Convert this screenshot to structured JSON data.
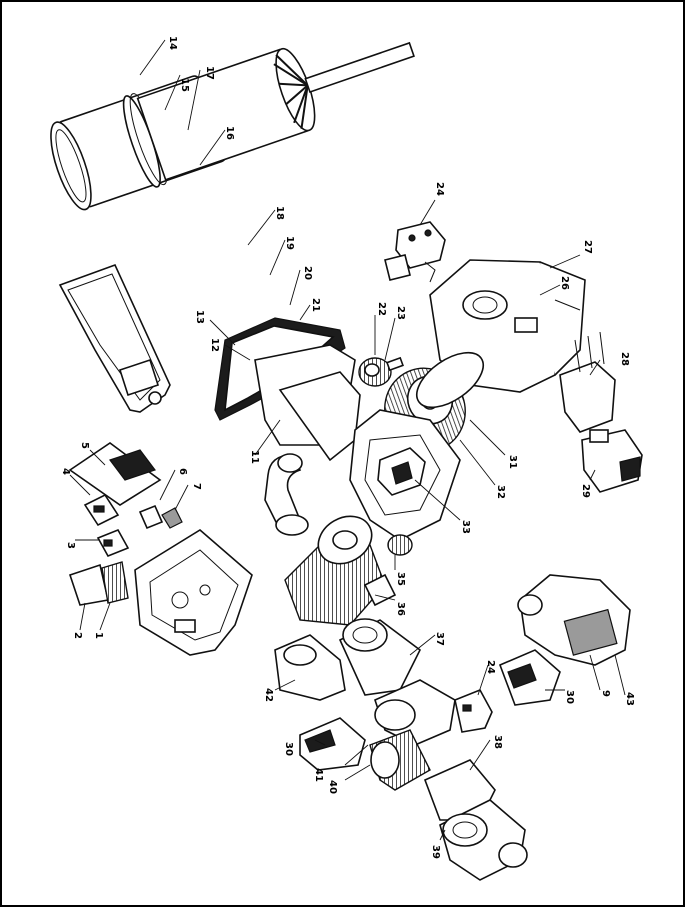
{
  "callouts": [
    {
      "id": "c14",
      "text": "14"
    },
    {
      "id": "c15",
      "text": "15"
    },
    {
      "id": "c17",
      "text": "17"
    },
    {
      "id": "c16",
      "text": "16"
    },
    {
      "id": "c18",
      "text": "18"
    },
    {
      "id": "c19",
      "text": "19"
    },
    {
      "id": "c20",
      "text": "20"
    },
    {
      "id": "c21",
      "text": "21"
    },
    {
      "id": "c13",
      "text": "13"
    },
    {
      "id": "c12",
      "text": "12"
    },
    {
      "id": "c11",
      "text": "11"
    },
    {
      "id": "c24a",
      "text": "24"
    },
    {
      "id": "c27",
      "text": "27"
    },
    {
      "id": "c26",
      "text": "26"
    },
    {
      "id": "c22",
      "text": "22"
    },
    {
      "id": "c23",
      "text": "23"
    },
    {
      "id": "c28",
      "text": "28"
    },
    {
      "id": "c31",
      "text": "31"
    },
    {
      "id": "c32",
      "text": "32"
    },
    {
      "id": "c29",
      "text": "29"
    },
    {
      "id": "c33",
      "text": "33"
    },
    {
      "id": "c5",
      "text": "5"
    },
    {
      "id": "c4",
      "text": "4"
    },
    {
      "id": "c6",
      "text": "6"
    },
    {
      "id": "c7",
      "text": "7"
    },
    {
      "id": "c3",
      "text": "3"
    },
    {
      "id": "c2",
      "text": "2"
    },
    {
      "id": "c1",
      "text": "1"
    },
    {
      "id": "c35",
      "text": "35"
    },
    {
      "id": "c36",
      "text": "36"
    },
    {
      "id": "c37",
      "text": "37"
    },
    {
      "id": "c42",
      "text": "42"
    },
    {
      "id": "c24b",
      "text": "24"
    },
    {
      "id": "c30a",
      "text": "30"
    },
    {
      "id": "c9",
      "text": "9"
    },
    {
      "id": "c43",
      "text": "43"
    },
    {
      "id": "c30b",
      "text": "30"
    },
    {
      "id": "c41",
      "text": "41"
    },
    {
      "id": "c40",
      "text": "40"
    },
    {
      "id": "c38",
      "text": "38"
    },
    {
      "id": "c39",
      "text": "39"
    }
  ]
}
